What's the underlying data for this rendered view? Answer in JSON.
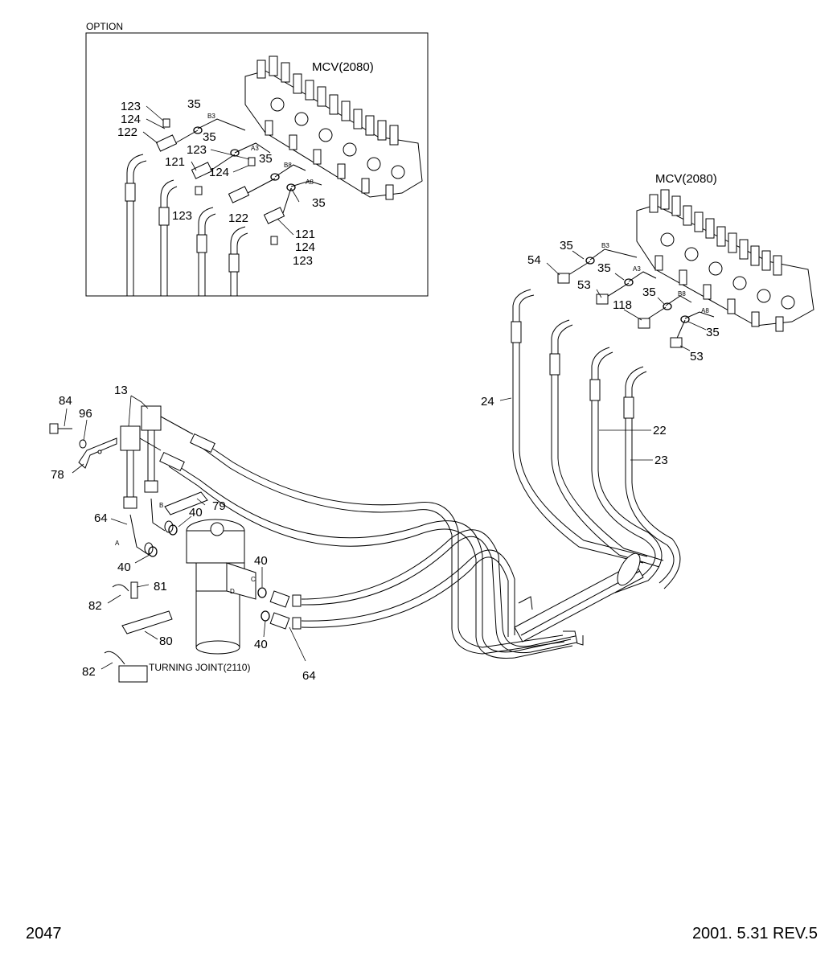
{
  "option_title": "OPTION",
  "mcv_label": "MCV(2080)",
  "turning_joint_label": "TURNING JOINT(2110)",
  "footer": {
    "page_number": "2047",
    "date_rev": "2001. 5.31  REV.5"
  },
  "port_labels": {
    "b3": "B3",
    "a3": "A3",
    "b8": "B8",
    "a8": "A8",
    "a": "A",
    "b": "B",
    "c": "C",
    "d": "D"
  },
  "parts": {
    "p13": "13",
    "p22": "22",
    "p23": "23",
    "p24": "24",
    "p35": "35",
    "p40": "40",
    "p53": "53",
    "p54": "54",
    "p64": "64",
    "p78": "78",
    "p79": "79",
    "p80": "80",
    "p81": "81",
    "p82": "82",
    "p84": "84",
    "p96": "96",
    "p118": "118",
    "p121": "121",
    "p122": "122",
    "p123": "123",
    "p124": "124"
  }
}
